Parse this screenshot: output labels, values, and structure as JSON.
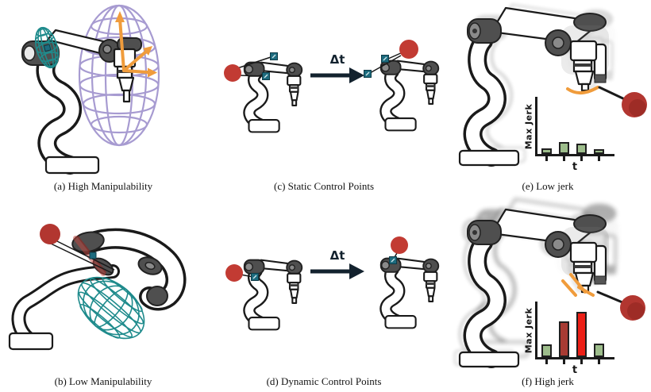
{
  "figure": {
    "panels": {
      "a": {
        "caption": "(a) High Manipulability"
      },
      "b": {
        "caption": "(b) Low Manipulability"
      },
      "c": {
        "caption": "(c) Static Control Points",
        "delta_label": "Δt"
      },
      "d": {
        "caption": "(d) Dynamic Control Points",
        "delta_label": "Δt"
      },
      "e": {
        "caption": "(e) Low jerk"
      },
      "f": {
        "caption": "(f) High jerk"
      }
    }
  },
  "chart_data": [
    {
      "type": "bar",
      "panel": "e",
      "title": "Low jerk",
      "xlabel": "t",
      "ylabel": "Max Jerk",
      "x_ticks": 4,
      "values_relative": [
        0.1,
        0.21,
        0.18,
        0.08
      ],
      "bar_colors": [
        "#9dbd8b",
        "#9dbd8b",
        "#9dbd8b",
        "#9dbd8b"
      ],
      "ylim": [
        0,
        1
      ],
      "grid": false,
      "legend": false
    },
    {
      "type": "bar",
      "panel": "f",
      "title": "High jerk",
      "xlabel": "t",
      "ylabel": "Max Jerk",
      "x_ticks": 4,
      "values_relative": [
        0.23,
        0.64,
        0.82,
        0.25
      ],
      "bar_colors": [
        "#9dbd8b",
        "#a83b33",
        "#ec1f16",
        "#9dbd8b"
      ],
      "ylim": [
        0,
        1
      ],
      "grid": false,
      "legend": false
    }
  ],
  "icons": {
    "delta_t_arrow": "thick right arrow with Δt label",
    "manipulability_ellipsoid": "wireframe ellipsoid",
    "control_point": "teal square marker",
    "target": "red ball"
  },
  "colors": {
    "ink": "#1a1a1a",
    "ink_navy": "#13222e",
    "purple_wireframe": "#a79bd1",
    "teal_wireframe": "#1f8b8c",
    "control_point_teal": "#1d6b7e",
    "orange": "#f09c3c",
    "red_ball": "#b23630",
    "red_ball_bright": "#c23b33",
    "bar_green": "#9dbd8b",
    "bar_dark_red": "#a83b33",
    "bar_red": "#ec1f16",
    "joint_gray": "#4f4f4f",
    "ghost_gray": "#8f8f8f"
  }
}
